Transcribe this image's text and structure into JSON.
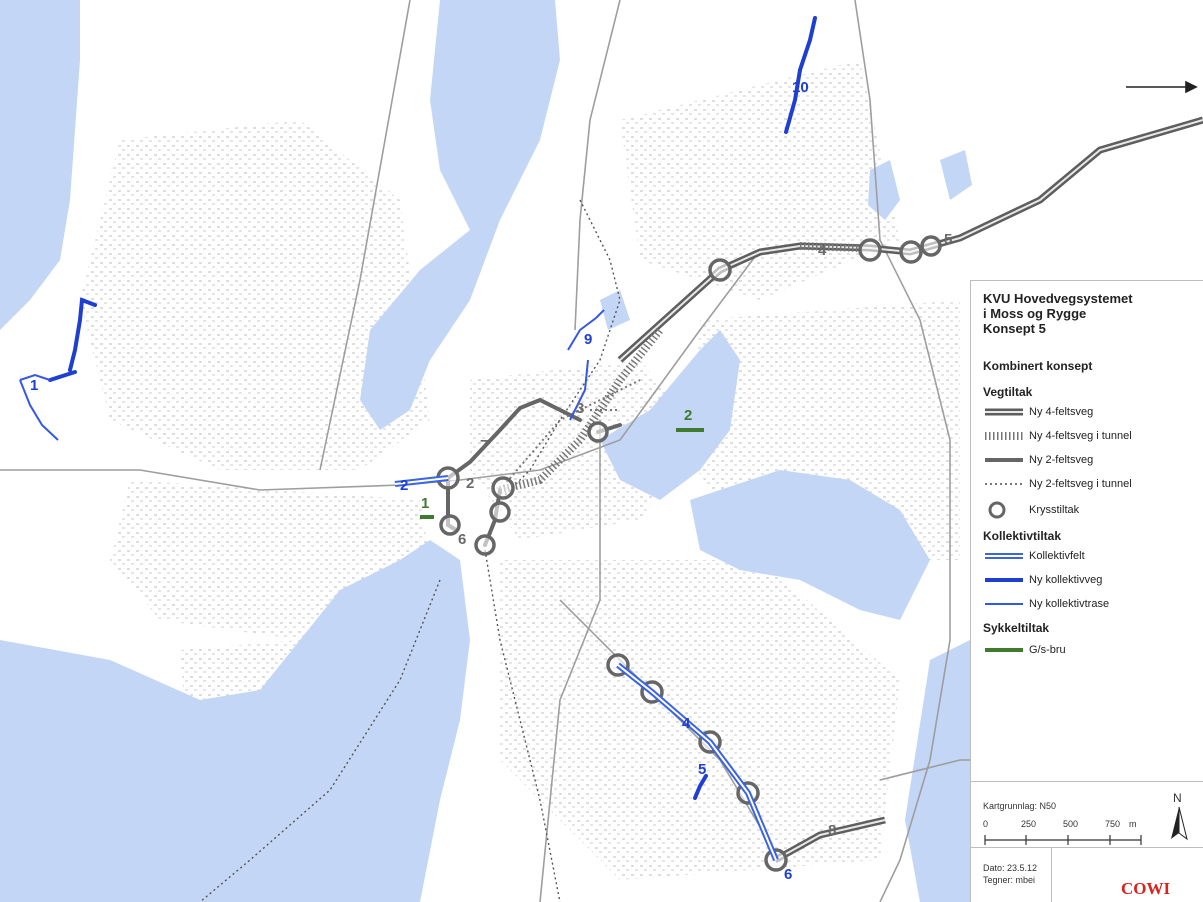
{
  "legend": {
    "title_lines": [
      "KVU Hovedvegsystemet",
      "i Moss og Rygge",
      "Konsept 5"
    ],
    "subtitle": "Kombinert konsept",
    "sections": [
      {
        "heading": "Vegtiltak",
        "items": [
          {
            "symbol": "road-4lane",
            "label": "Ny 4-feltsveg"
          },
          {
            "symbol": "road-4lane-tunnel",
            "label": "Ny 4-feltsveg i tunnel"
          },
          {
            "symbol": "road-2lane",
            "label": "Ny 2-feltsveg"
          },
          {
            "symbol": "road-2lane-tunnel",
            "label": "Ny 2-feltsveg i tunnel"
          },
          {
            "symbol": "junction-circle",
            "label": "Krysstiltak"
          }
        ]
      },
      {
        "heading": "Kollektivtiltak",
        "items": [
          {
            "symbol": "bus-lane",
            "label": "Kollektivfelt"
          },
          {
            "symbol": "bus-road",
            "label": "Ny kollektivveg"
          },
          {
            "symbol": "bus-route",
            "label": "Ny kollektivtrase"
          }
        ]
      },
      {
        "heading": "Sykkeltiltak",
        "items": [
          {
            "symbol": "bike-bridge",
            "label": "G/s-bru"
          }
        ]
      }
    ],
    "basemap": "Kartgrunnlag: N50",
    "scale": {
      "ticks": [
        "0",
        "250",
        "500",
        "750"
      ],
      "unit": "m"
    },
    "north": "N",
    "date": "Dato: 23.5.12",
    "drawer": "Tegner: mbei",
    "company": "COWI"
  },
  "map_labels": {
    "road_labels": [
      "2",
      "3",
      "4",
      "5",
      "6",
      "7",
      "8"
    ],
    "transit_labels": [
      "1",
      "2",
      "4",
      "5",
      "6",
      "9",
      "10"
    ],
    "bike_labels": [
      "1",
      "2"
    ]
  },
  "colors": {
    "water": "#c3d6f5",
    "land": "#ffffff",
    "road_grey": "#6e6e6e",
    "transit_blue": "#1f3fd1",
    "bike_green": "#3f7a2e",
    "brand_red": "#d9231b"
  }
}
